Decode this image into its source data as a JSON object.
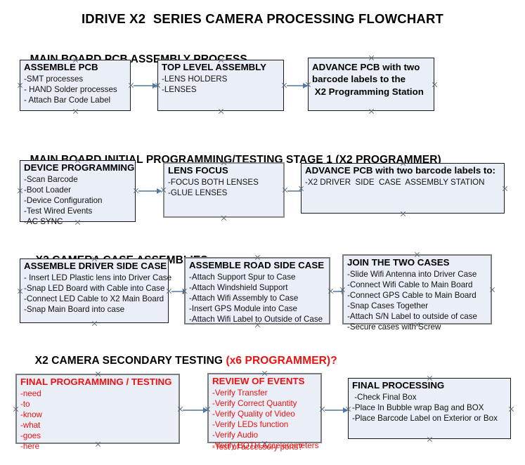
{
  "document": {
    "title": "IDRIVE X2  SERIES CAMERA PROCESSING FLOWCHART"
  },
  "colors": {
    "box_fill": "#e9eef7",
    "box_border": "#1a1a1a",
    "box_border_selected": "#8a8a8a",
    "text": "#000000",
    "accent_red": "#ee1111",
    "connector": "#7e99b8",
    "arrowhead": "#4a79ad",
    "page_background": "#ffffff"
  },
  "sections": [
    {
      "id": "main-board-pcb-assembly-process",
      "heading": "MAIN BOARD PCB ASSEMBLY PROCESS",
      "heading_accent": "",
      "boxes": [
        {
          "id": "assemble-pcb",
          "title": "ASSEMBLE PCB",
          "lines": [
            "-SMT processes",
            "- HAND Solder processes",
            "- Attach Bar Code Label"
          ],
          "red": false,
          "selected": false
        },
        {
          "id": "top-level-assembly",
          "title": "TOP LEVEL ASSEMBLY",
          "lines": [
            "-LENS HOLDERS",
            "-LENSES"
          ],
          "red": false,
          "selected": false
        },
        {
          "id": "advance-pcb-to-x2-programming-station",
          "title": "ADVANCE PCB with two\nbarcode labels to the\n X2 Programming Station",
          "lines": [],
          "red": false,
          "selected": false
        }
      ]
    },
    {
      "id": "main-board-initial-programming-testing-stage-1",
      "heading": "MAIN BOARD INITIAL PROGRAMMING/TESTING STAGE 1 (X2 PROGRAMMER)",
      "heading_accent": "",
      "boxes": [
        {
          "id": "device-programming",
          "title": "DEVICE PROGRAMMING",
          "lines": [
            "-Scan Barcode",
            "-Boot Loader",
            "-Device Configuration",
            "-Test Wired Events",
            "-AC SYNC"
          ],
          "red": false,
          "selected": false
        },
        {
          "id": "lens-focus",
          "title": "LENS FOCUS",
          "lines": [
            "-FOCUS BOTH LENSES",
            "-GLUE LENSES"
          ],
          "red": false,
          "selected": true
        },
        {
          "id": "advance-pcb-to-driver-side-case-assembly-station",
          "title": "ADVANCE PCB with two barcode labels to:",
          "lines": [
            "-X2 DRIVER  SIDE  CASE  ASSEMBLY STATION"
          ],
          "red": false,
          "selected": false
        }
      ]
    },
    {
      "id": "x2-camera-case-assemblies",
      "heading": "X2 CAMERA CASE ASSEMBLIES",
      "heading_accent": "",
      "boxes": [
        {
          "id": "assemble-driver-side-case",
          "title": "ASSEMBLE DRIVER SIDE CASE",
          "lines": [
            "- Insert LED Plastic lens into Driver Case",
            "-Snap LED Board with Cable into Case",
            "-Connect LED Cable to X2 Main Board",
            "-Snap Main Board into case"
          ],
          "red": false,
          "selected": false
        },
        {
          "id": "assemble-road-side-case",
          "title": "ASSEMBLE ROAD SIDE CASE",
          "lines": [
            "-Attach Support Spur to Case",
            "-Attach Windshield Support",
            "-Attach Wifi Assembly to Case",
            "-Insert GPS Module into Case",
            "-Attach Wifi Label to Outside of Case"
          ],
          "red": false,
          "selected": true
        },
        {
          "id": "join-the-two-cases",
          "title": "JOIN THE TWO CASES",
          "lines": [
            "-Slide Wifi Antenna into Driver Case",
            "-Connect Wifi Cable to Main Board",
            "-Connect GPS Cable to Main Board",
            "-Snap Cases Together",
            "-Attach S/N Label to outside of case",
            "-Secure cases with Screw"
          ],
          "red": false,
          "selected": true
        }
      ]
    },
    {
      "id": "x2-camera-secondary-testing",
      "heading": "X2 CAMERA SECONDARY TESTING ",
      "heading_accent": "(x6 PROGRAMMER)?",
      "boxes": [
        {
          "id": "final-programming-testing",
          "title": "FINAL PROGRAMMING / TESTING",
          "lines": [
            "-need",
            "-to",
            "-know",
            "-what",
            "-goes",
            "-here"
          ],
          "red": true,
          "selected": true
        },
        {
          "id": "review-of-events",
          "title": "REVIEW OF EVENTS",
          "lines": [
            "-Verify Transfer",
            "-Verify Correct Quantity",
            "-Verify Quality of Video",
            "-Verify LEDs function",
            "-Verify Audio",
            "-Verify BOTH Accelerometers"
          ],
          "overflow_line": "-Test of accessory ports?",
          "red": true,
          "selected": true
        },
        {
          "id": "final-processing",
          "title": "FINAL PROCESSING",
          "lines": [
            " -Check Final Box",
            "-Place In Bubble wrap Bag and BOX",
            "-Place Barcode Label on Exterior or Box"
          ],
          "red": false,
          "selected": false
        }
      ]
    }
  ]
}
